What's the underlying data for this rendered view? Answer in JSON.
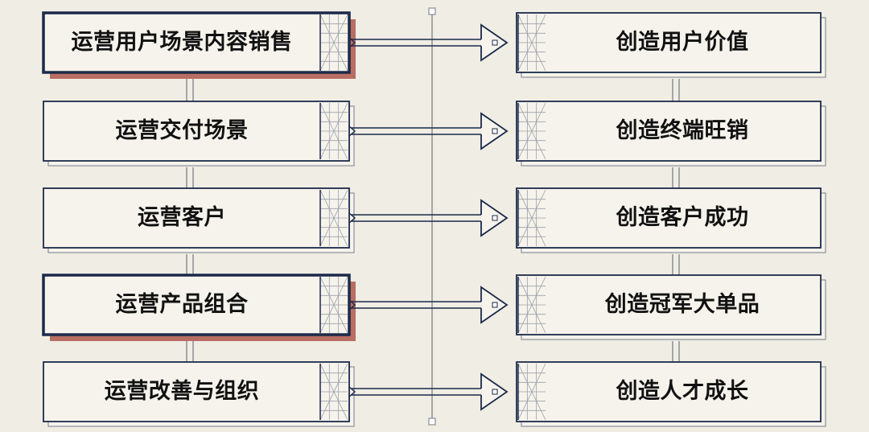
{
  "colors": {
    "background": "#f0ede4",
    "box_fill": "#f6f3ec",
    "navy": "#1b2a4a",
    "line_gray": "#8a8f98",
    "grid_gray": "#9aa0a8",
    "shadow_red": "#b86e63",
    "white": "#ffffff"
  },
  "diagram": {
    "left_items": [
      {
        "label": "运营用户场景内容销售",
        "highlighted": true
      },
      {
        "label": "运营交付场景",
        "highlighted": false
      },
      {
        "label": "运营客户",
        "highlighted": false
      },
      {
        "label": "运营产品组合",
        "highlighted": true
      },
      {
        "label": "运营改善与组织",
        "highlighted": false
      }
    ],
    "right_items": [
      {
        "label": "创造用户价值"
      },
      {
        "label": "创造终端旺销"
      },
      {
        "label": "创造客户成功"
      },
      {
        "label": "创造冠军大单品"
      },
      {
        "label": "创造人才成长"
      }
    ]
  }
}
